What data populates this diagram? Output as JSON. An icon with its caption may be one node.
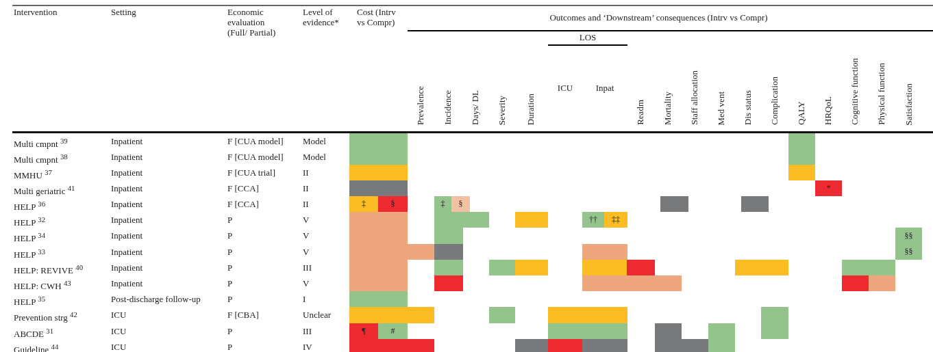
{
  "diagram": {
    "nodes": [
      {
        "text": [],
        "shape": "box"
      },
      {
        "text": [],
        "shape": "box"
      },
      {
        "text": [],
        "shape": "box"
      },
      {
        "text": [],
        "shape": "box"
      },
      {
        "text": [],
        "shape": "box"
      },
      {
        "text": [],
        "shape": "box"
      },
      {
        "text": [],
        "shape": "box"
      },
      {
        "text": [
          "*"
        ]
      },
      {
        "text": [
          "‡"
        ]
      },
      {
        "text": [
          "§"
        ]
      },
      {
        "text": [
          "‡"
        ]
      },
      {
        "text": [
          "§"
        ]
      },
      {
        "text": [],
        "shape": "box"
      },
      {
        "text": [],
        "shape": "box"
      },
      {
        "text": [],
        "shape": "box"
      },
      {
        "text": [],
        "shape": "box"
      },
      {
        "text": [],
        "shape": "box"
      },
      {
        "text": [
          "††"
        ]
      },
      {
        "text": [
          "‡‡"
        ]
      },
      {
        "text": [],
        "shape": "box"
      },
      {
        "text": [],
        "shape": "box"
      },
      {
        "text": [
          "§§"
        ]
      },
      {
        "text": [],
        "shape": "box"
      },
      {
        "text": [],
        "shape": "box"
      },
      {
        "text": [],
        "shape": "box"
      },
      {
        "text": [
          "§§"
        ]
      },
      {
        "text": [],
        "shape": "box"
      },
      {
        "text": [],
        "shape": "box"
      },
      {
        "text": [],
        "shape": "box"
      },
      {
        "text": [],
        "shape": "box"
      },
      {
        "text": [],
        "shape": "box"
      },
      {
        "text": [],
        "shape": "box"
      },
      {
        "text": [],
        "shape": "box"
      },
      {
        "text": [],
        "shape": "box"
      },
      {
        "text": [],
        "shape": "box"
      },
      {
        "text": [],
        "shape": "box"
      },
      {
        "text": [],
        "shape": "box"
      },
      {
        "text": [],
        "shape": "box"
      },
      {
        "text": [],
        "shape": "box"
      },
      {
        "text": [],
        "shape": "box"
      },
      {
        "text": [],
        "shape": "box"
      },
      {
        "text": [],
        "shape": "box"
      },
      {
        "text": [],
        "shape": "box"
      },
      {
        "text": [],
        "shape": "box"
      },
      {
        "text": [
          "¶"
        ]
      },
      {
        "text": [
          "#"
        ]
      },
      {
        "text": [],
        "shape": "box"
      },
      {
        "text": [],
        "shape": "box"
      },
      {
        "text": [],
        "shape": "box"
      },
      {
        "text": [],
        "shape": "box"
      },
      {
        "text": [],
        "shape": "box"
      },
      {
        "text": [],
        "shape": "box"
      },
      {
        "text": [],
        "shape": "box"
      },
      {
        "text": [],
        "shape": "box"
      },
      {
        "text": [],
        "shape": "box"
      },
      {
        "text": [],
        "shape": "box"
      }
    ],
    "labels": [
      "Intervention",
      "Setting",
      "Economic evaluation (Full/ Partial)",
      "Level of evidence*",
      "Cost (Intrv vs Compr)",
      "Outcomes and ‘Downstream’ consequences (Intrv vs Compr)",
      "LOS",
      "Prevalence",
      "Incidence",
      "Days/ DL",
      "Severity",
      "Duration",
      "ICU",
      "Inpat",
      "Readm",
      "Mortality",
      "Staff allocation",
      "Med vent",
      "Dis status",
      "Complication",
      "QALY",
      "HRQoL",
      "Cognitive function",
      "Physical function",
      "Satisfaction",
      "Multi cmpnt $^{39}$",
      "Inpatient",
      "F [CUA model]",
      "Model",
      "Multi cmpnt $^{38}$",
      "Inpatient",
      "F [CUA model]",
      "Model",
      "MMHU $^{37}$",
      "Inpatient",
      "F [CUA trial]",
      "II",
      "Multi geriatric $^{41}$",
      "Inpatient",
      "F [CCA]",
      "II",
      "HELP $^{36}$",
      "Inpatient",
      "F [CCA]",
      "II",
      "HELP $^{32}$",
      "Inpatient",
      "P",
      "V",
      "HELP $^{34}$",
      "Inpatient",
      "P",
      "V",
      "HELP $^{33}$",
      "Inpatient",
      "P",
      "V",
      "HELP: REVIVE $^{40}$",
      "Inpatient",
      "P",
      "III",
      "HELP: CWH $^{43}$",
      "Inpatient",
      "P",
      "V",
      "HELP $^{35}$",
      "Post-discharge follow-up",
      "P",
      "I",
      "Prevention strg $^{42}$",
      "ICU",
      "F [CBA]",
      "Unclear",
      "ABCDE $^{31}$",
      "ICU",
      "P",
      "III",
      "Guideline $^{44}$",
      "ICU",
      "P",
      "IV"
    ]
  }
}
